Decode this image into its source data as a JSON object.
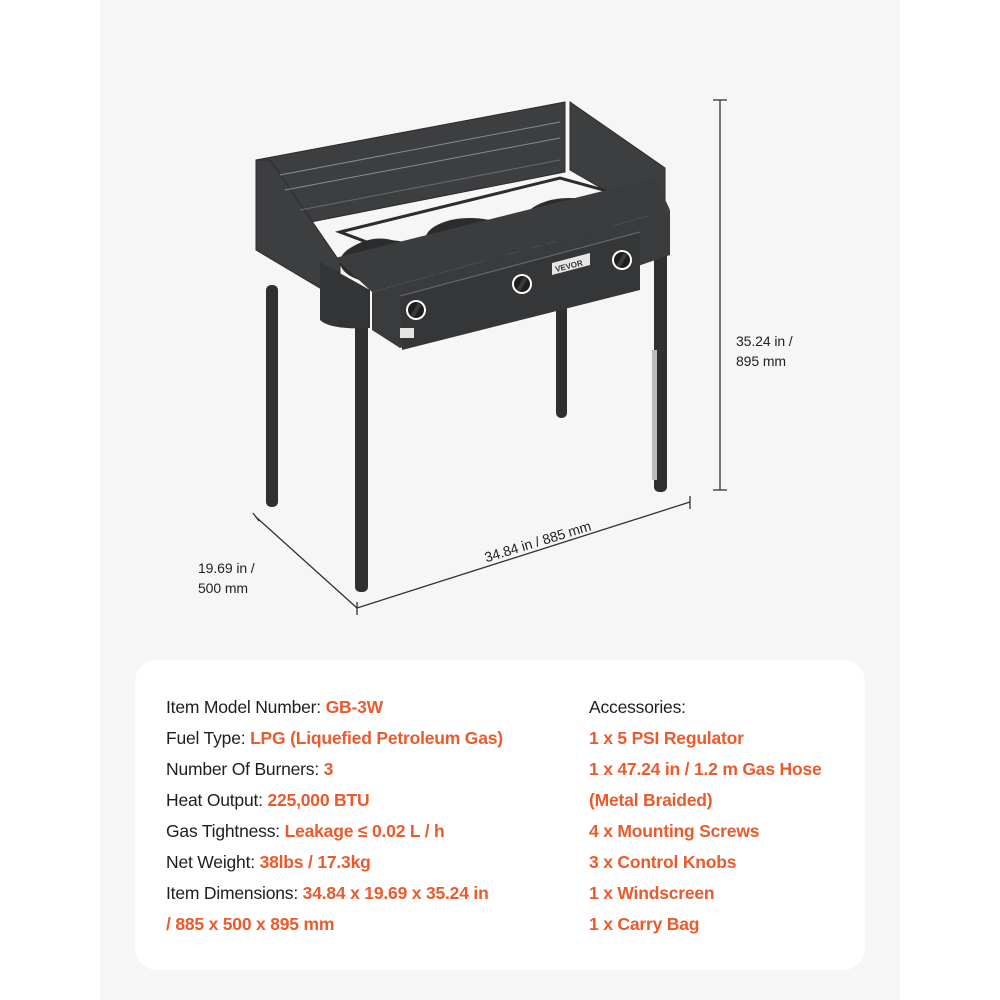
{
  "colors": {
    "background": "#f6f6f6",
    "card": "#ffffff",
    "accent": "#ec5a2c",
    "text": "#1e1e1e",
    "product": "#3a3b3d"
  },
  "product": {
    "brand_badge": "VEVOR",
    "image_alt": "3-burner propane camping stove with windscreen and legs",
    "dimensions": {
      "height_line1": "35.24 in /",
      "height_line2": "895 mm",
      "depth_line1": "19.69 in /",
      "depth_line2": "500 mm",
      "width": "34.84 in / 885 mm"
    }
  },
  "specs": [
    {
      "label": "Item Model Number: ",
      "value": "GB-3W"
    },
    {
      "label": "Fuel Type: ",
      "value": "LPG (Liquefied Petroleum Gas)"
    },
    {
      "label": "Number Of Burners: ",
      "value": "3"
    },
    {
      "label": "Heat Output: ",
      "value": "225,000 BTU"
    },
    {
      "label": "Gas Tightness: ",
      "value": "Leakage ≤ 0.02 L / h"
    },
    {
      "label": "Net Weight: ",
      "value": "38lbs / 17.3kg"
    },
    {
      "label": "Item Dimensions: ",
      "value": "34.84 x 19.69 x 35.24 in"
    },
    {
      "label": "",
      "value": "/ 885 x 500 x 895 mm"
    }
  ],
  "accessories": {
    "heading": "Accessories:",
    "items": [
      "1 x 5 PSI Regulator",
      "1 x 47.24 in / 1.2 m Gas Hose",
      "(Metal Braided)",
      "4 x Mounting Screws",
      "3 x Control Knobs",
      "1 x Windscreen",
      "1 x Carry Bag"
    ]
  }
}
